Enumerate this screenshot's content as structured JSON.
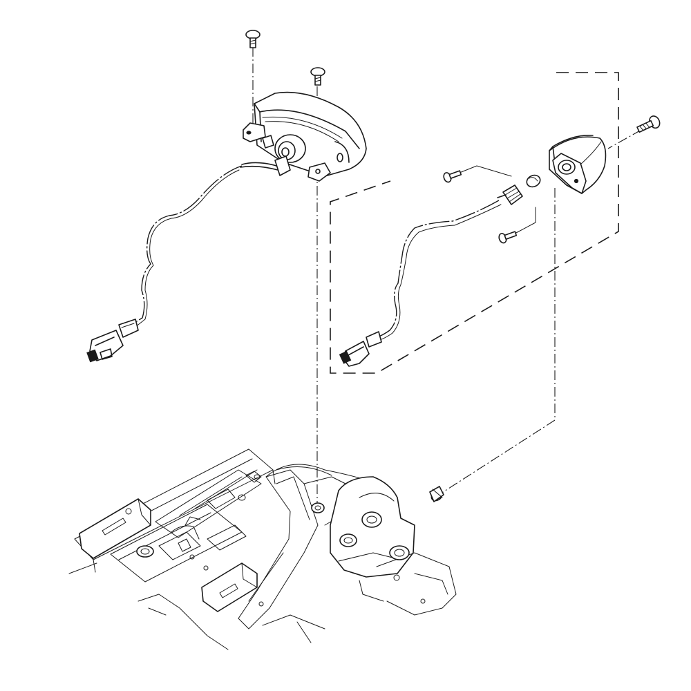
{
  "diagram": {
    "kind": "exploded-parts-illustration",
    "parts": [
      {
        "id": "lamp-assembly-left",
        "icon": "fog-lamp-icon"
      },
      {
        "id": "lamp-assembly-right",
        "icon": "side-lamp-icon"
      },
      {
        "id": "mounting-screws",
        "icon": "screw-icon"
      },
      {
        "id": "connectors",
        "icon": "connector-icon"
      },
      {
        "id": "clip-nut",
        "icon": "clip-icon"
      },
      {
        "id": "bumper-frame",
        "icon": "frame-icon"
      }
    ],
    "colors": {
      "line": "#1a1a1a",
      "background": "#ffffff"
    }
  }
}
